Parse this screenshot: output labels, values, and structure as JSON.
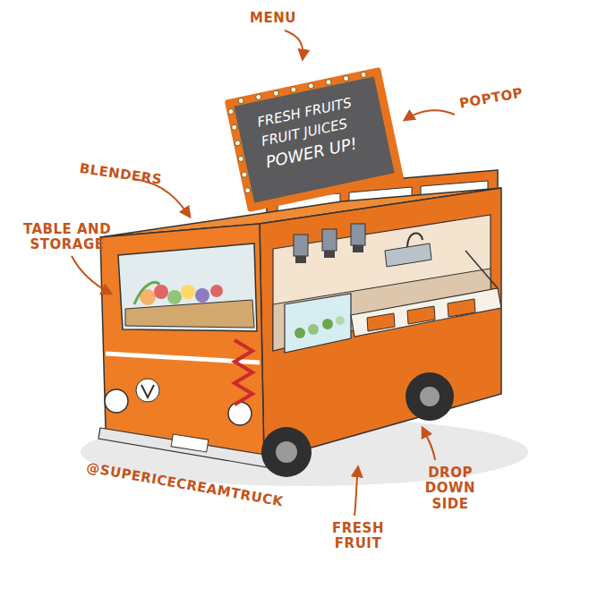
{
  "diagram": {
    "nodes": [
      {
        "text": [
          "FRESH FRUITS",
          "FRUIT JUICES",
          "POWER UP!"
        ]
      }
    ],
    "labels": [
      "MENU",
      "POPTOP",
      "BLENDERS",
      "TABLE AND STORAGE",
      "@SUPERICECREAMTRUCK",
      "FRESH FRUIT",
      "DROP DOWN SIDE"
    ]
  }
}
